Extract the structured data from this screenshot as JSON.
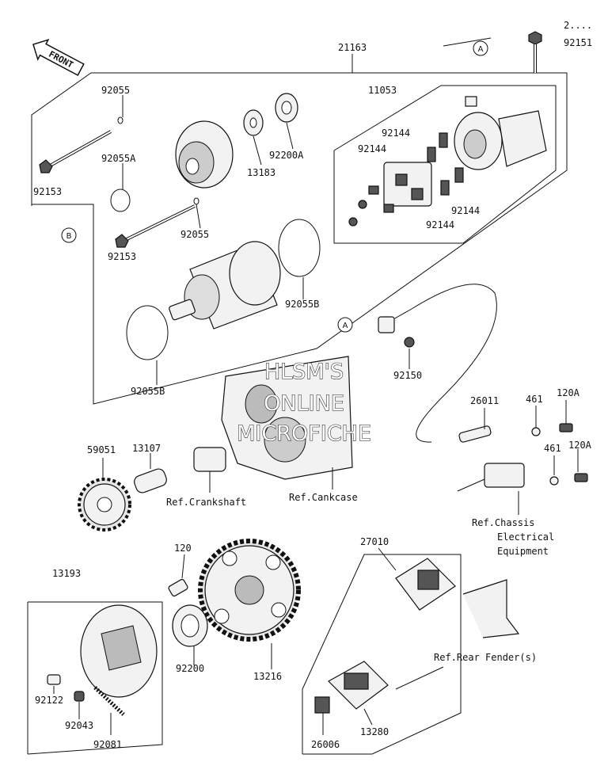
{
  "front_label": "FRONT",
  "partial_top_label": "2....",
  "callouts": {
    "a": "A",
    "b": "B"
  },
  "watermark": [
    "HLSM'S",
    "ONLINE",
    "MICROFICHE"
  ],
  "part_numbers": {
    "p21163": "21163",
    "p92151": "92151",
    "p92055_top": "92055",
    "p92055a": "92055A",
    "p92153_top": "92153",
    "p92055_mid": "92055",
    "p13183": "13183",
    "p92200a": "92200A",
    "p11053": "11053",
    "p92144_1": "92144",
    "p92144_2": "92144",
    "p92144_3": "92144",
    "p92144_4": "92144",
    "p92153_mid": "92153",
    "p92055b_right": "92055B",
    "p92055b_left": "92055B",
    "p92150": "92150",
    "p26011": "26011",
    "p461_top": "461",
    "p120a_top": "120A",
    "p461_bot": "461",
    "p120a_bot": "120A",
    "p59051": "59051",
    "p13107": "13107",
    "p27010": "27010",
    "p120": "120",
    "p13193": "13193",
    "p92200": "92200",
    "p13216": "13216",
    "p92122": "92122",
    "p92043": "92043",
    "p92081": "92081",
    "p26006": "26006",
    "p13280": "13280"
  },
  "references": {
    "crankshaft": "Ref.Crankshaft",
    "crankcase": "Ref.Cankcase",
    "chassis_line1": "Ref.Chassis",
    "chassis_line2": "Electrical",
    "chassis_line3": "Equipment",
    "rear_fender": "Ref.Rear Fender(s)"
  }
}
